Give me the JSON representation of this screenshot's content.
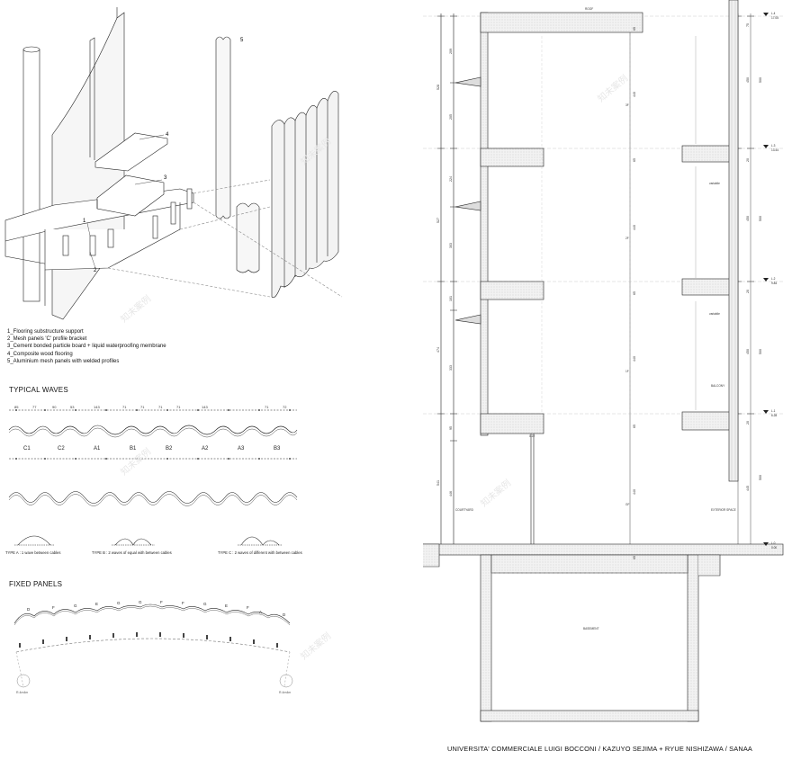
{
  "legend": {
    "items": [
      "1_Flooring substructure support",
      "2_Mesh panels 'C' profile bracket",
      "3_Cement bonded particle board + liquid waterproofing membrane",
      "4_Composite wood flooring",
      "5_Aluminium mesh panels with welded profiles"
    ]
  },
  "axo": {
    "callouts": [
      "1",
      "2",
      "3",
      "4",
      "5"
    ]
  },
  "waves": {
    "title": "TYPICAL WAVES",
    "dimensions": [
      "85",
      "77",
      "90",
      "53",
      "143",
      "71",
      "71",
      "71",
      "71",
      "143",
      "71",
      "72"
    ],
    "labels": [
      "C1",
      "C2",
      "A1",
      "B1",
      "B2",
      "A2",
      "A3",
      "B3"
    ],
    "types": [
      "TYPE A : 1 wave between cables",
      "TYPE B : 2 waves of equal with between cables",
      "TYPE C : 2 waves of different with between cables"
    ]
  },
  "panels": {
    "title": "FIXED PANELS",
    "letters": [
      "D",
      "F",
      "G",
      "E",
      "G",
      "G",
      "F",
      "F",
      "G",
      "E",
      "F",
      "A",
      "D"
    ],
    "radius_labels": [
      "R.4m4m",
      "R.4m4m"
    ]
  },
  "section": {
    "roof_label": "ROOF",
    "level_marks": [
      "L.4",
      "L.3",
      "L.2",
      "L.1",
      "L.0"
    ],
    "level_values": [
      "17.05",
      "13.44",
      "9.84",
      "6.28",
      "0.00"
    ],
    "left_dims": [
      "209",
      "205",
      "224",
      "303",
      "101",
      "333",
      "95",
      "446"
    ],
    "left_totals": [
      "528",
      "527",
      "474",
      "541"
    ],
    "interior_dims": [
      "440",
      "440",
      "440",
      "440"
    ],
    "slab_dims": [
      "65",
      "65",
      "65",
      "65",
      "65"
    ],
    "right_dims": [
      "450",
      "500",
      "450",
      "500",
      "450",
      "500",
      "445",
      "500"
    ],
    "edge_dims": [
      "75",
      "20",
      "20",
      "20"
    ],
    "variable_labels": [
      "variabile",
      "variabile"
    ],
    "balcony_label": "BALCONY",
    "courtyard_label": "COURTYARD",
    "exterior_label": "EXTERIOR SPACE",
    "basement_label": "BASEMENT",
    "room_codes": [
      "3F",
      "2F",
      "1F",
      "GF"
    ],
    "misc_mark": "0.22"
  },
  "footer": "UNIVERSITA' COMMERCIALE LUIGI BOCCONI / KAZUYO SEJIMA + RYUE NISHIZAWA / SANAA",
  "watermark": "知未案例"
}
